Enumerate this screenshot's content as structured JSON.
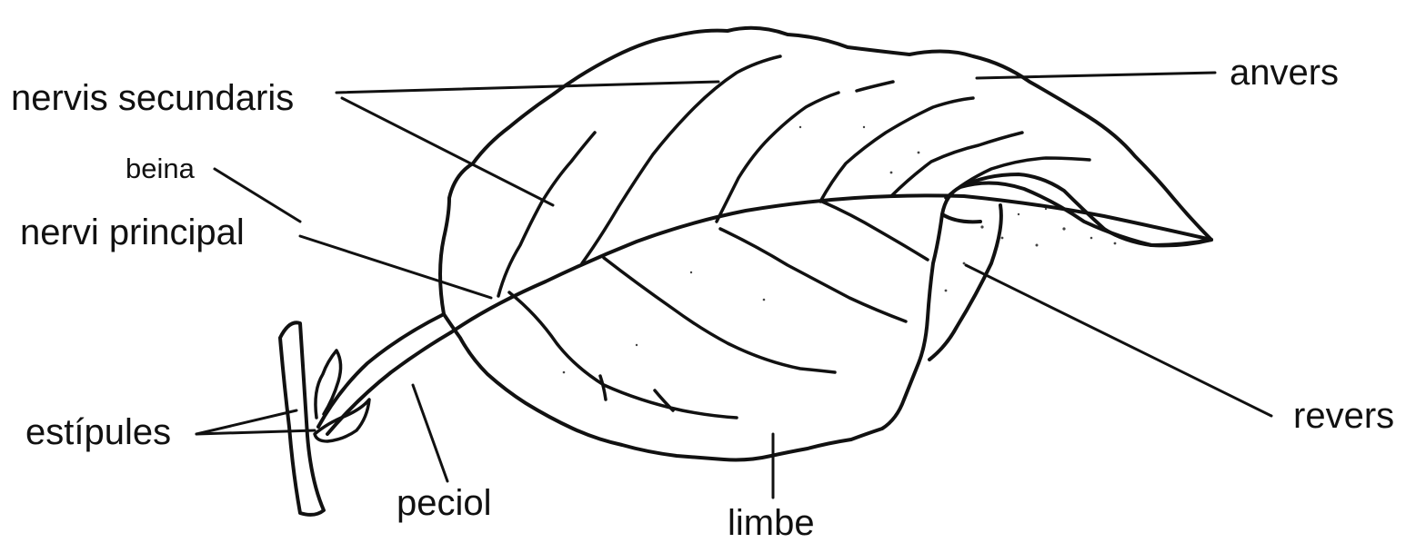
{
  "labels": {
    "nervis_secundaris": "nervis secundaris",
    "beina": "beina",
    "nervi_principal": "nervi principal",
    "estipules": "estípules",
    "peciol": "peciol",
    "limbe": "limbe",
    "anvers": "anvers",
    "revers": "revers"
  },
  "colors": {
    "ink": "#111111",
    "paper": "#ffffff"
  }
}
